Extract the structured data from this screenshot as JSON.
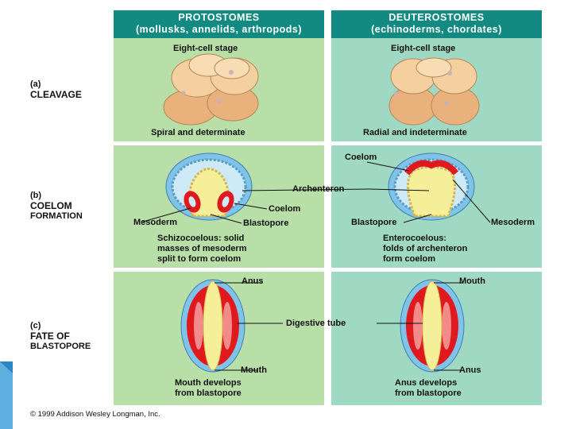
{
  "columns": {
    "left": {
      "title": "PROTOSTOMES",
      "subtitle": "(mollusks, annelids, arthropods)"
    },
    "right": {
      "title": "DEUTEROSTOMES",
      "subtitle": "(echinoderms, chordates)"
    }
  },
  "rows": {
    "a": {
      "letter": "(a)",
      "label": "CLEAVAGE"
    },
    "b": {
      "letter": "(b)",
      "label_line1": "COELOM",
      "label_line2": "FORMATION"
    },
    "c": {
      "letter": "(c)",
      "label_line1": "FATE OF",
      "label_line2": "BLASTOPORE"
    }
  },
  "cleavage": {
    "left_top": "Eight-cell stage",
    "left_bottom": "Spiral and determinate",
    "right_top": "Eight-cell stage",
    "right_bottom": "Radial and indeterminate"
  },
  "coelom": {
    "archenteron": "Archenteron",
    "left_coelom": "Coelom",
    "left_blastopore": "Blastopore",
    "left_mesoderm": "Mesoderm",
    "left_desc": [
      "Schizocoelous: solid",
      "masses of mesoderm",
      "split to form coelom"
    ],
    "right_coelom": "Coelom",
    "right_blastopore": "Blastopore",
    "right_mesoderm": "Mesoderm",
    "right_desc": [
      "Enterocoelous:",
      "folds of archenteron",
      "form coelom"
    ]
  },
  "blastopore": {
    "left_anus": "Anus",
    "left_mouth": "Mouth",
    "digestive_tube": "Digestive tube",
    "left_desc": [
      "Mouth develops",
      "from blastopore"
    ],
    "right_mouth": "Mouth",
    "right_anus": "Anus",
    "right_desc": [
      "Anus develops",
      "from blastopore"
    ]
  },
  "copyright": "© 1999 Addison Wesley Longman, Inc.",
  "colors": {
    "header_bg": "#128a82",
    "left_panel": "#b8dfa8",
    "right_panel": "#9fd9c3",
    "mesoderm": "#e0191f",
    "endoderm": "#f6ef9a",
    "ectoderm": "#7fc3e8",
    "cell": "#f2c898"
  }
}
